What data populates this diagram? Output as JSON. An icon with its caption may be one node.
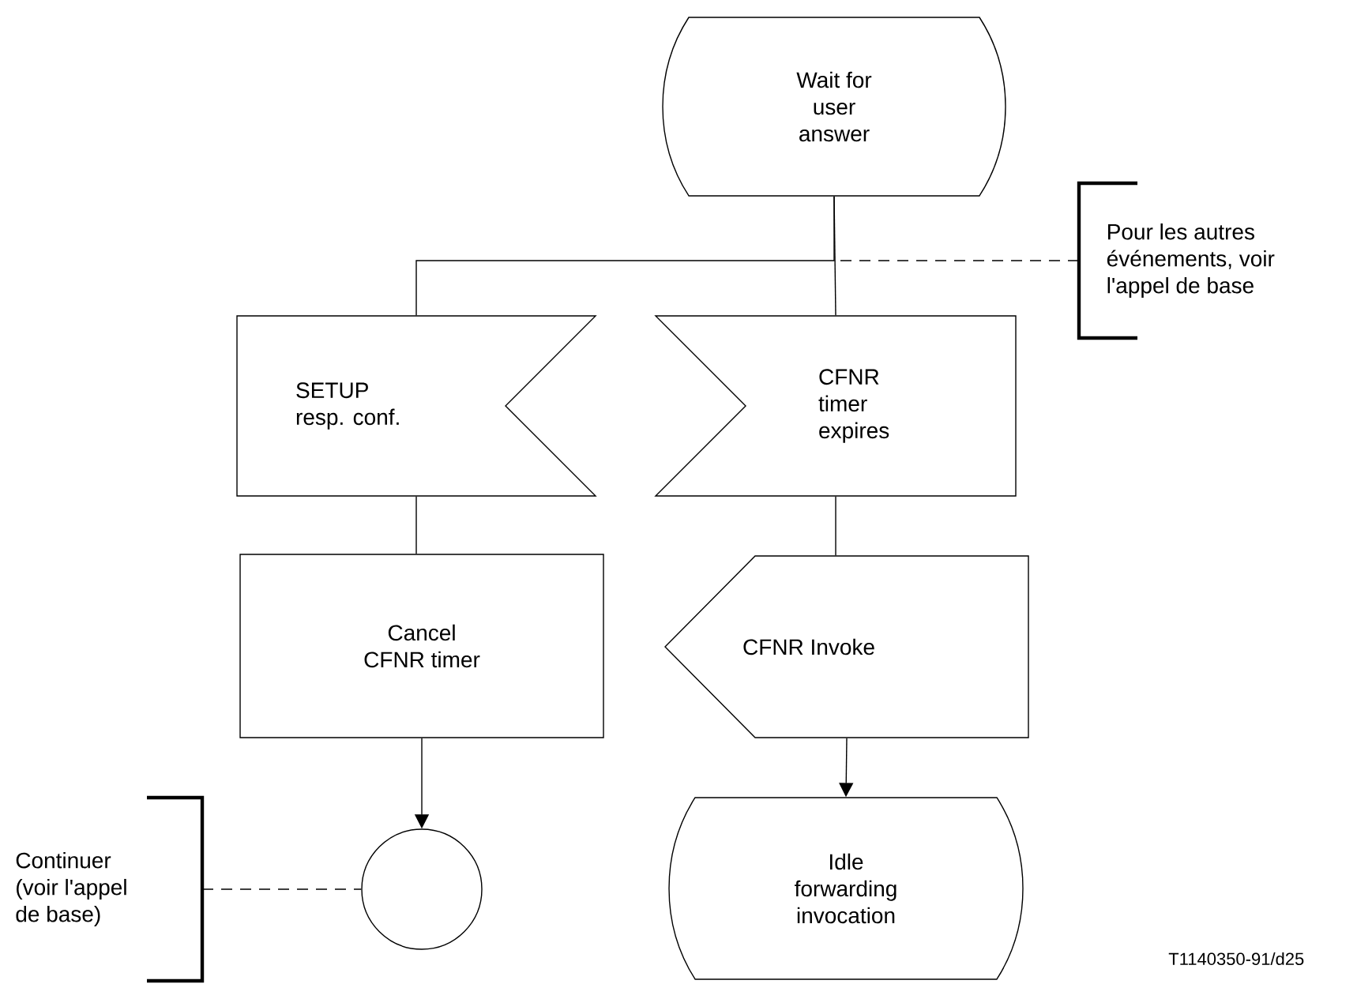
{
  "diagram": {
    "nodes": [
      {
        "text": [
          "Wait for user answer"
        ]
      },
      {
        "text": [
          "SETUP resp. conf."
        ]
      },
      {
        "text": [
          "CFNR timer expires"
        ]
      },
      {
        "text": [
          "Cancel CFNR timer"
        ]
      },
      {
        "text": [
          "CFNR Invoke"
        ]
      },
      {
        "text": [],
        "shape": "circle"
      },
      {
        "text": [
          "Idle forwarding invocation"
        ]
      },
      {
        "text": [
          "Pour les autres événements, voir l'appel de base"
        ]
      },
      {
        "text": [
          "Continuer (voir l'appel de base)"
        ]
      }
    ],
    "edges": [
      {
        "from": 0,
        "to": 1,
        "arrow": "none"
      },
      {
        "from": 0,
        "to": 2,
        "arrow": "none"
      },
      {
        "from": 1,
        "to": 3,
        "arrow": "none"
      },
      {
        "from": 2,
        "to": 4,
        "arrow": "none"
      },
      {
        "from": 3,
        "to": 5,
        "arrow": "to"
      },
      {
        "from": 4,
        "to": 6,
        "arrow": "to"
      },
      {
        "from": 7,
        "to": null,
        "arrow": "none",
        "style": "dashed"
      },
      {
        "from": 8,
        "to": 5,
        "arrow": "none",
        "style": "dashed"
      }
    ],
    "labels": [
      "T1140350-91/d25"
    ]
  }
}
